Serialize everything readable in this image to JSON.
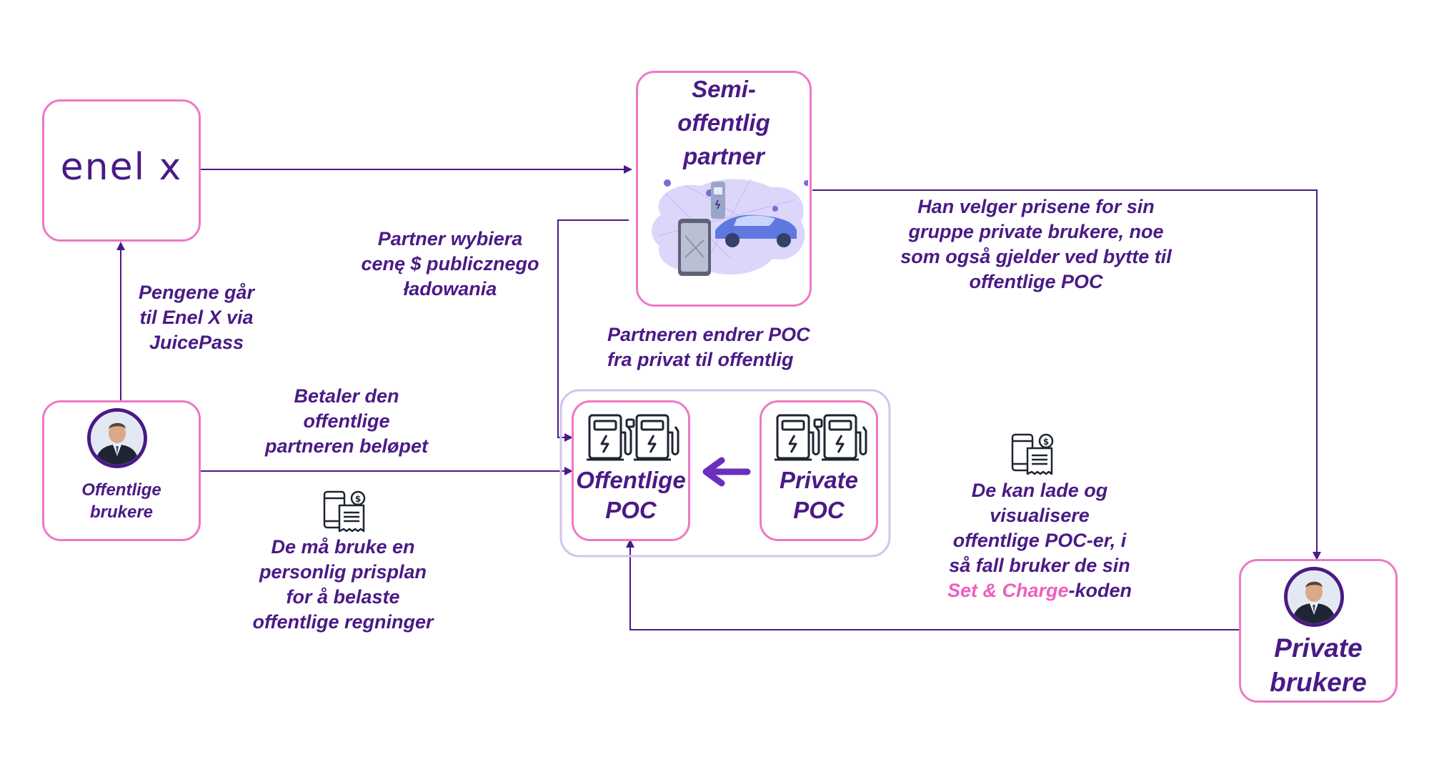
{
  "nodes": {
    "enel": {
      "logo_text": "enel x"
    },
    "partner": {
      "title_lines": [
        "Semi-",
        "offentlig",
        "partner"
      ]
    },
    "public_users": {
      "label_lines": [
        "Offentlige",
        "brukere"
      ]
    },
    "private_users": {
      "label_lines": [
        "Private",
        "brukere"
      ]
    },
    "public_poc": {
      "label_lines": [
        "Offentlige",
        "POC"
      ]
    },
    "private_poc": {
      "label_lines": [
        "Private",
        "POC"
      ]
    }
  },
  "annotations": {
    "money": [
      "Pengene går",
      "til Enel X via",
      "JuicePass"
    ],
    "partner_price": [
      "Partner wybiera",
      "cenę $ publicznego",
      "ładowania"
    ],
    "change_poc": [
      "Partneren endrer POC",
      "fra privat til offentlig"
    ],
    "pays": [
      "Betaler den",
      "offentlige",
      "partneren beløpet"
    ],
    "price_plan": [
      "De må bruke en",
      "personlig prisplan",
      "for å belaste",
      "offentlige regninger"
    ],
    "prices_choice": [
      "Han velger prisene for sin",
      "gruppe private brukere, noe",
      "som også gjelder ved bytte til",
      "offentlige POC"
    ],
    "charge_visualise": {
      "lines": [
        "De kan lade og",
        "visualisere",
        "offentlige POC-er, i",
        "så fall bruker de sin"
      ],
      "highlight": "Set & Charge",
      "suffix": "-koden"
    }
  },
  "colors": {
    "primary": "#4a1a86",
    "border": "#ef78c5",
    "highlight": "#ee5fbf",
    "group_border": "#d3c3ef"
  },
  "icons": [
    "charging-station-icon",
    "phone-receipt-icon",
    "arrow-left-icon",
    "person-avatar-icon",
    "car-charging-illustration"
  ]
}
